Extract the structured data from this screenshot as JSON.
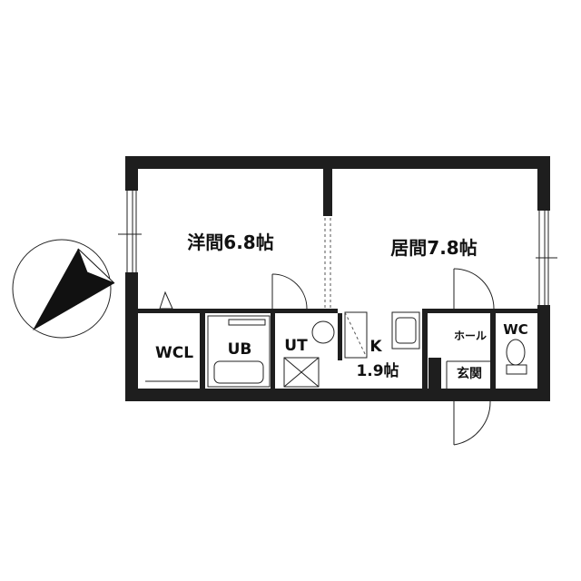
{
  "rooms": {
    "western_room": "洋間6.8帖",
    "living_room": "居間7.8帖",
    "wcl": "WCL",
    "ub": "UB",
    "ut": "UT",
    "kitchen_k": "K",
    "kitchen_size": "1.9帖",
    "hall": "ホール",
    "wc": "WC",
    "entrance": "玄関"
  },
  "colors": {
    "wall": "#1e1e1e",
    "line": "#222222",
    "compass": "#111111"
  },
  "icons": {
    "compass": "north-arrow-icon"
  }
}
